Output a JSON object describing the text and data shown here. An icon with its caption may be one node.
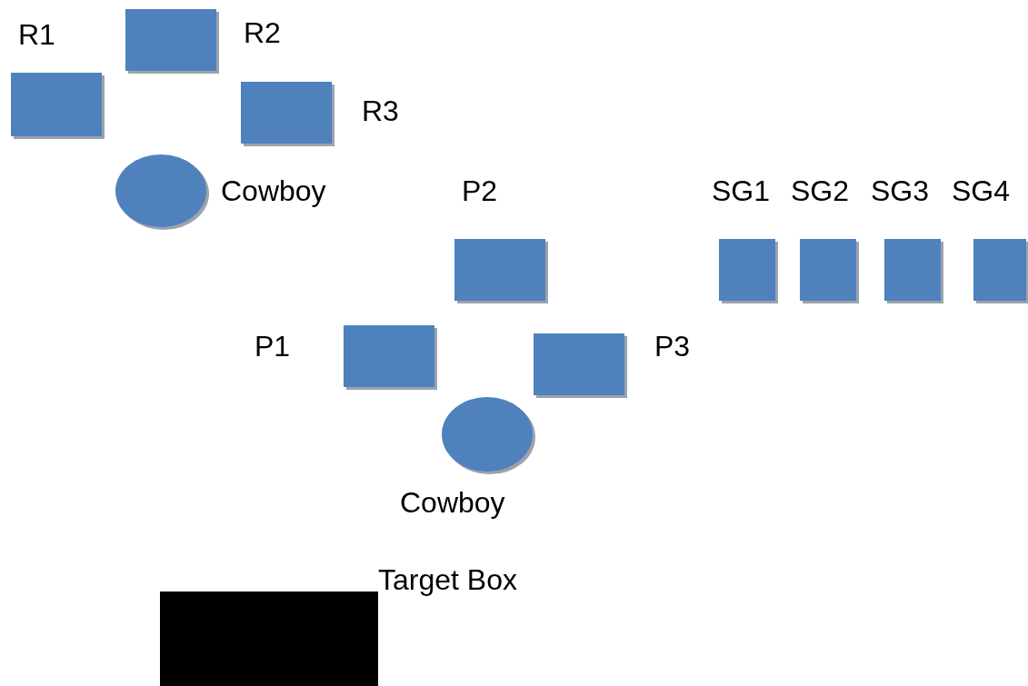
{
  "diagram": {
    "nodes": [
      {
        "text": [
          "R1"
        ]
      },
      {
        "text": [
          "R2"
        ]
      },
      {
        "text": [
          "R3"
        ]
      },
      {
        "text": [
          "Cowboy"
        ]
      },
      {
        "text": [
          "P2"
        ]
      },
      {
        "text": [
          "P1"
        ]
      },
      {
        "text": [
          "P3"
        ]
      },
      {
        "text": [
          "Cowboy"
        ]
      },
      {
        "text": [
          "SG1"
        ]
      },
      {
        "text": [
          "SG2"
        ]
      },
      {
        "text": [
          "SG3"
        ]
      },
      {
        "text": [
          "SG4"
        ]
      },
      {
        "text": [
          "Target Box"
        ]
      }
    ],
    "edges": []
  }
}
